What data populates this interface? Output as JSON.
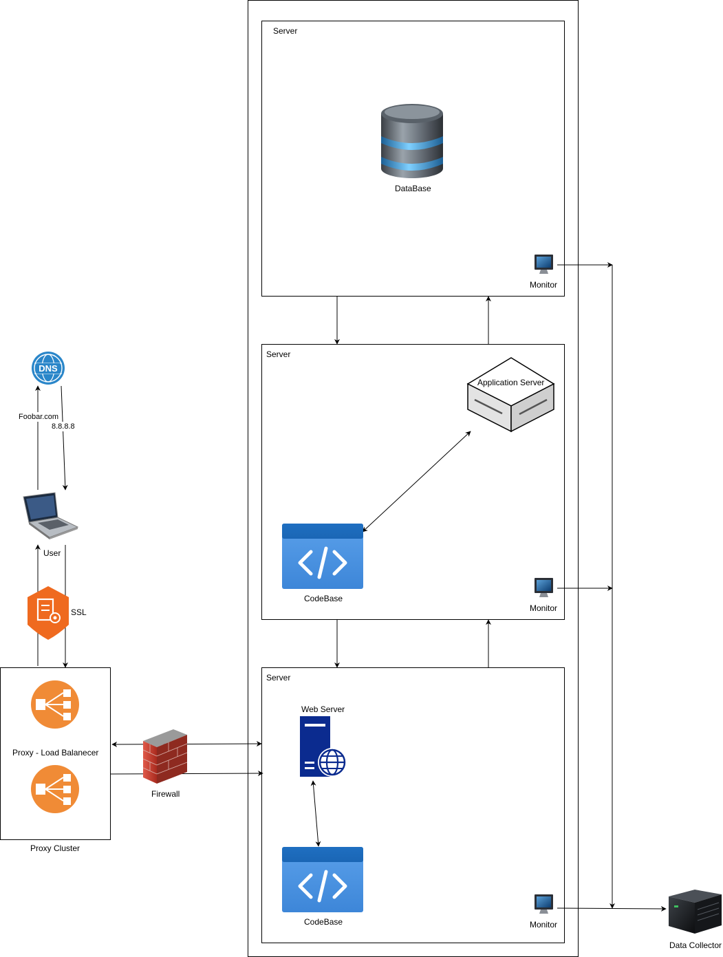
{
  "server_top": {
    "title": "Server",
    "database_label": "DataBase",
    "monitor_label": "Monitor"
  },
  "server_middle": {
    "title": "Server",
    "app_server_label": "Application Server",
    "codebase_label": "CodeBase",
    "monitor_label": "Monitor"
  },
  "server_bottom": {
    "title": "Server",
    "web_server_label": "Web Server",
    "codebase_label": "CodeBase",
    "monitor_label": "Monitor"
  },
  "client": {
    "dns_icon_text": "DNS",
    "dns_query_label": "Foobar.com",
    "dns_response_label": "8.8.8.8",
    "user_label": "User",
    "ssl_label": "SSL"
  },
  "proxy": {
    "load_balancer_label": "Proxy - Load Balanecer",
    "cluster_label": "Proxy Cluster"
  },
  "firewall": {
    "label": "Firewall"
  },
  "collector": {
    "label": "Data Collector"
  },
  "colors": {
    "dns_blue": "#2a86c9",
    "ssl_orange": "#ef6a1f",
    "lb_orange": "#f08b36",
    "codebase_blue": "#2f7fd0",
    "webserver_navy": "#0b2b8f",
    "firewall_red": "#c0392b"
  }
}
